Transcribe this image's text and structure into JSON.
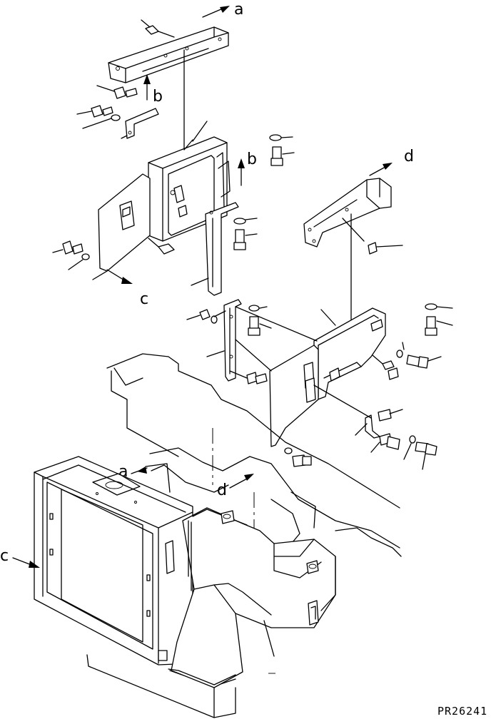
{
  "drawing_code": "PR26241",
  "ref_labels": {
    "a": "a",
    "b": "b",
    "c": "c",
    "d": "d"
  }
}
